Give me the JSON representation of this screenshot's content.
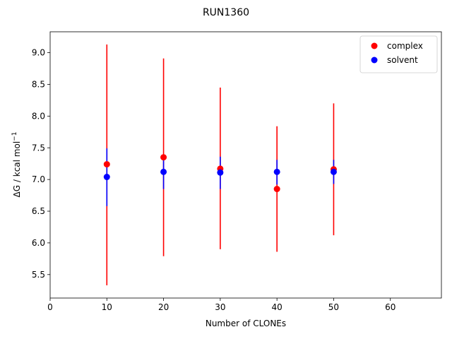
{
  "chart_data": {
    "type": "scatter",
    "title": "RUN1360",
    "xlabel": "Number of CLONEs",
    "ylabel_main": "ΔG / kcal mol",
    "ylabel_sup": "−1",
    "xlim": [
      0,
      69
    ],
    "ylim": [
      5.13,
      9.33
    ],
    "xticks": [
      0,
      10,
      20,
      30,
      40,
      50,
      60
    ],
    "yticks": [
      5.5,
      6.0,
      6.5,
      7.0,
      7.5,
      8.0,
      8.5,
      9.0
    ],
    "xtick_labels": [
      "0",
      "10",
      "20",
      "30",
      "40",
      "50",
      "60"
    ],
    "ytick_labels": [
      "5.5",
      "6.0",
      "6.5",
      "7.0",
      "7.5",
      "8.0",
      "8.5",
      "9.0"
    ],
    "legend_position": "top-right",
    "series": [
      {
        "name": "complex",
        "color": "#ff0000",
        "x": [
          10,
          20,
          30,
          40,
          50
        ],
        "y": [
          7.24,
          7.35,
          7.17,
          6.85,
          7.16
        ],
        "yerr_low": [
          5.33,
          5.79,
          5.9,
          5.86,
          6.12
        ],
        "yerr_high": [
          9.13,
          8.91,
          8.45,
          7.84,
          8.2
        ]
      },
      {
        "name": "solvent",
        "color": "#0000ff",
        "x": [
          10,
          20,
          30,
          40,
          50
        ],
        "y": [
          7.04,
          7.12,
          7.11,
          7.12,
          7.12
        ],
        "yerr_low": [
          6.58,
          6.85,
          6.85,
          6.92,
          6.93
        ],
        "yerr_high": [
          7.49,
          7.38,
          7.36,
          7.31,
          7.31
        ]
      }
    ]
  }
}
